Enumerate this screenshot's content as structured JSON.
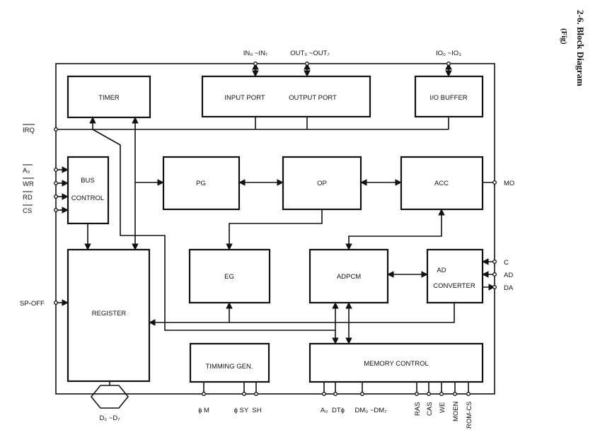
{
  "page": {
    "heading": "2-6. Block Diagram",
    "sub_heading": "(Fig)"
  },
  "blocks": {
    "timer": "TIMER",
    "input_port": "INPUT PORT",
    "output_port": "OUTPUT PORT",
    "io_buffer": "I/O BUFFER",
    "bus_control_1": "BUS",
    "bus_control_2": "CONTROL",
    "pg": "PG",
    "op": "OP",
    "acc": "ACC",
    "eg": "EG",
    "adpcm": "ADPCM",
    "ad_converter_1": "AD",
    "ad_converter_2": "CONVERTER",
    "register": "REGISTER",
    "timing_gen": "TIMMING GEN.",
    "memory_control": "MEMORY CONTROL"
  },
  "pins": {
    "in": "IN₀ ~IN₇",
    "out": "OUT₀ ~OUT₇",
    "io": "IO₀ ~IO₃",
    "irq": "IRQ",
    "a0_left": "A₀",
    "wr": "WR",
    "rd": "RD",
    "cs": "CS",
    "sp_off": "SP-OFF",
    "mo": "MO",
    "c": "C",
    "ad": "AD",
    "da": "DA",
    "data_bus": "D₀ ~D₇",
    "phi_m": "ϕ M",
    "phi_sy": "ϕ SY",
    "sh": "SH",
    "a0_bottom": "A₀",
    "dt_phi": "DTϕ",
    "dm": "DM₀ ~DM₇",
    "ras": "RAS",
    "cas": "CAS",
    "we": "WE",
    "moen": "MOEN",
    "rom_cs": "ROM-CS"
  }
}
